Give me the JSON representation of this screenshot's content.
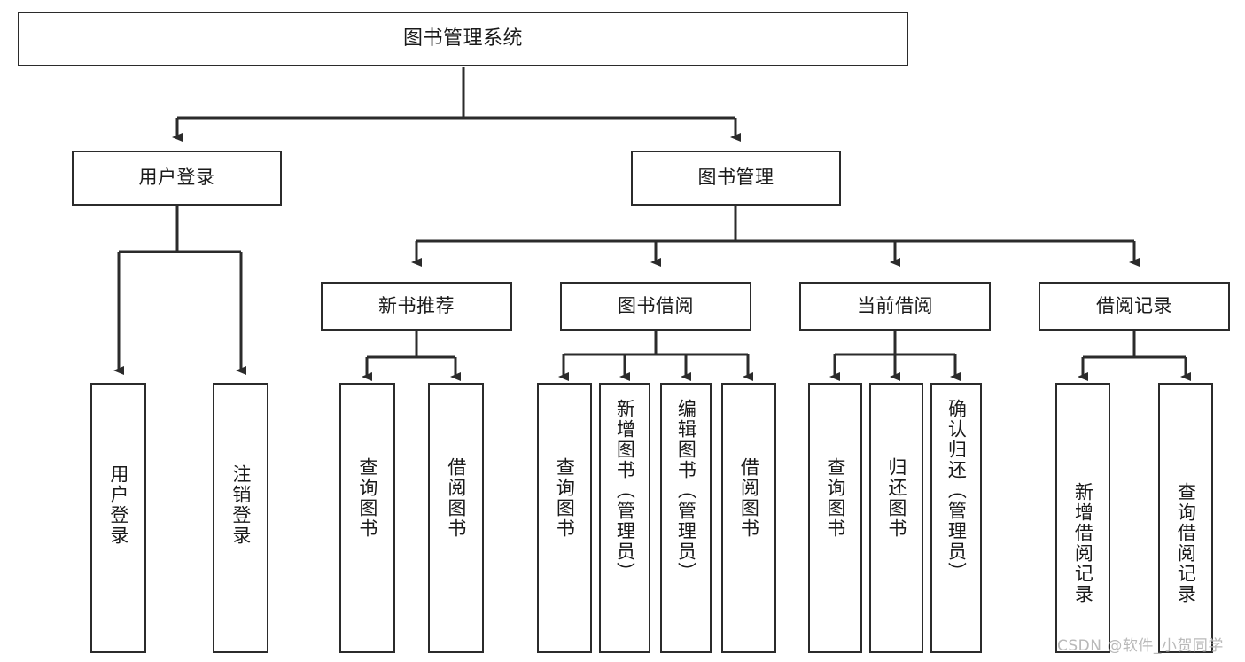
{
  "diagram": {
    "title": "图书管理系统",
    "type": "tree",
    "orientation": "top-down",
    "edge_style": "orthogonal-arrow",
    "colors": {
      "box_border": "#2b2b2b",
      "box_fill": "#ffffff",
      "edge": "#2b2b2b",
      "text": "#1a1a1a",
      "watermark": "#b9b9b9",
      "background": "#ffffff"
    }
  },
  "watermark": {
    "text": "CSDN @软件_小贺同学"
  },
  "nodes": {
    "root": {
      "label": "图书管理系统",
      "level": 1,
      "orientation": "horizontal"
    },
    "l2": [
      {
        "id": "user-login",
        "label": "用户登录",
        "level": 2,
        "orientation": "horizontal"
      },
      {
        "id": "book-manage",
        "label": "图书管理",
        "level": 2,
        "orientation": "horizontal"
      }
    ],
    "l3": [
      {
        "id": "new-book-rec",
        "label": "新书推荐",
        "level": 3,
        "orientation": "horizontal"
      },
      {
        "id": "book-borrow",
        "label": "图书借阅",
        "level": 3,
        "orientation": "horizontal"
      },
      {
        "id": "current-borrow",
        "label": "当前借阅",
        "level": 3,
        "orientation": "horizontal"
      },
      {
        "id": "borrow-record",
        "label": "借阅记录",
        "level": 3,
        "orientation": "horizontal"
      }
    ],
    "leaves": [
      {
        "id": "leaf-user-login",
        "label": "用户登录",
        "parent": "user-login",
        "orientation": "vertical"
      },
      {
        "id": "leaf-user-logout",
        "label": "注销登录",
        "parent": "user-login",
        "orientation": "vertical"
      },
      {
        "id": "leaf-query-book-1",
        "label": "查询图书",
        "parent": "new-book-rec",
        "orientation": "vertical"
      },
      {
        "id": "leaf-borrow-book-1",
        "label": "借阅图书",
        "parent": "new-book-rec",
        "orientation": "vertical"
      },
      {
        "id": "leaf-query-book-2",
        "label": "查询图书",
        "parent": "book-borrow",
        "orientation": "vertical"
      },
      {
        "id": "leaf-add-book",
        "label": "新增图书（管理员）",
        "parent": "book-borrow",
        "orientation": "vertical"
      },
      {
        "id": "leaf-edit-book",
        "label": "编辑图书（管理员）",
        "parent": "book-borrow",
        "orientation": "vertical"
      },
      {
        "id": "leaf-borrow-book-2",
        "label": "借阅图书",
        "parent": "book-borrow",
        "orientation": "vertical"
      },
      {
        "id": "leaf-query-book-3",
        "label": "查询图书",
        "parent": "current-borrow",
        "orientation": "vertical"
      },
      {
        "id": "leaf-return-book",
        "label": "归还图书",
        "parent": "current-borrow",
        "orientation": "vertical"
      },
      {
        "id": "leaf-confirm-return",
        "label": "确认归还（管理员）",
        "parent": "current-borrow",
        "orientation": "vertical"
      },
      {
        "id": "leaf-add-record",
        "label": "新增借阅记录",
        "parent": "borrow-record",
        "orientation": "vertical"
      },
      {
        "id": "leaf-query-record",
        "label": "查询借阅记录",
        "parent": "borrow-record",
        "orientation": "vertical"
      }
    ]
  }
}
